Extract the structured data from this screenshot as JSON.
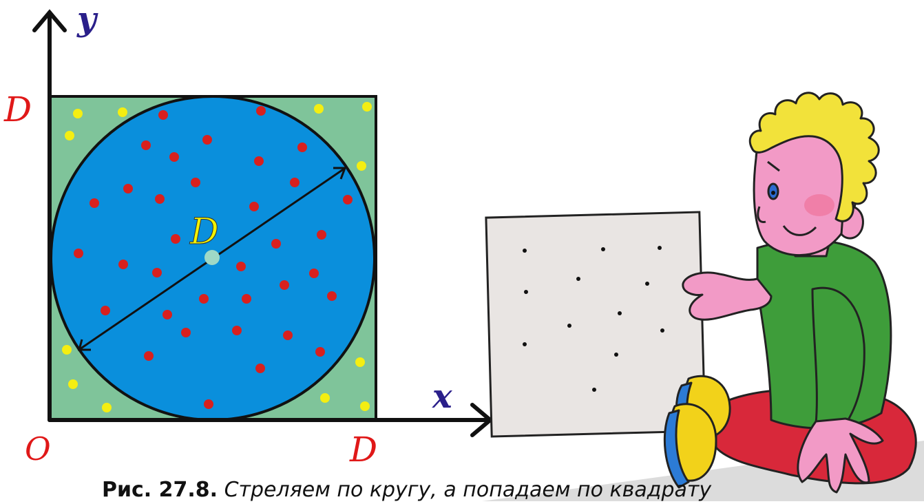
{
  "labels": {
    "y_axis": "y",
    "x_axis": "x",
    "origin": "O",
    "d_top": "D",
    "d_right": "D",
    "d_center": "D"
  },
  "caption": {
    "number": "Рис. 27.8.",
    "text": "Стреляем по кругу, а попадаем по квадрату"
  },
  "colors": {
    "square_fill": "#7fc49a",
    "circle_fill": "#0a8fdc",
    "red_dot": "#d8201e",
    "yellow_dot": "#f4ee12",
    "center_dot": "#9fd9c6",
    "axis_label": "#2a1f8a",
    "d_label": "#e01818",
    "d_center_label": "#f2f200",
    "paper": "#e9e5e3",
    "hair": "#f2e23a",
    "skin": "#f29ac6",
    "shirt": "#3e9d3a",
    "pants": "#d8283a",
    "shoe_yellow": "#f2d21a",
    "shoe_blue": "#2c7bd6"
  }
}
